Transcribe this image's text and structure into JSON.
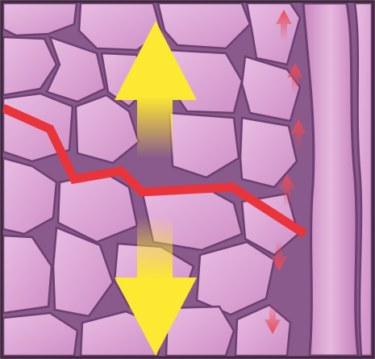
{
  "diagram": {
    "palette": {
      "cell_fill": "#d99fd0",
      "cell_fill_light": "#e7b9df",
      "cell_border": "#7b4a7f",
      "crack": "#e8343a",
      "arrow_yellow": "#fde832",
      "arrow_red": "#ec5c66",
      "frame": "#3b2a3a"
    },
    "elements": {
      "cell_tissue": "tissue-cells",
      "vertical_vessel": "vertical-fiber",
      "crack_line": "crack",
      "big_arrows": "yellow-double-arrow",
      "small_arrows_up": "red-up-arrows",
      "small_arrows_down": "red-down-arrows"
    }
  }
}
